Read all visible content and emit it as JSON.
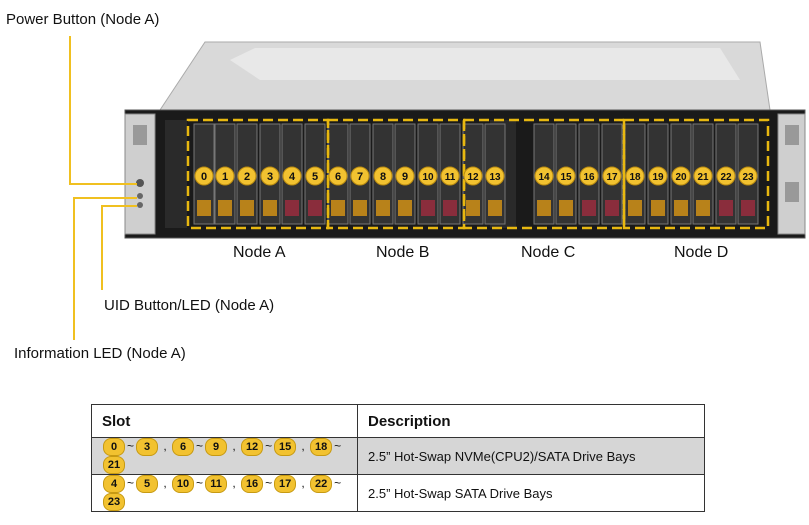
{
  "callouts": {
    "power": "Power Button (Node A)",
    "uid": "UID Button/LED (Node A)",
    "info": "Information  LED (Node A)"
  },
  "nodes": [
    "Node A",
    "Node B",
    "Node C",
    "Node D"
  ],
  "drive_numbers": [
    "0",
    "1",
    "2",
    "3",
    "4",
    "5",
    "6",
    "7",
    "8",
    "9",
    "10",
    "11",
    "12",
    "13",
    "14",
    "15",
    "16",
    "17",
    "18",
    "19",
    "20",
    "21",
    "22",
    "23"
  ],
  "table": {
    "headers": [
      "Slot",
      "Description"
    ],
    "rows": [
      {
        "ranges": [
          [
            "0",
            "3"
          ],
          [
            "6",
            "9"
          ],
          [
            "12",
            "15"
          ],
          [
            "18",
            "21"
          ]
        ],
        "description": "2.5” Hot-Swap NVMe(CPU2)/SATA  Drive Bays"
      },
      {
        "ranges": [
          [
            "4",
            "5"
          ],
          [
            "10",
            "11"
          ],
          [
            "16",
            "17"
          ],
          [
            "22",
            "23"
          ]
        ],
        "description": "2.5” Hot-Swap SATA Drive Bays"
      }
    ],
    "tilde": "~",
    "comma": ","
  },
  "colors": {
    "badge": "#f2c230",
    "dashed": "#e8b810",
    "callout_line": "#f0c020",
    "nvme_latch": "#b8821a",
    "sata_latch": "#8a2d3c"
  }
}
